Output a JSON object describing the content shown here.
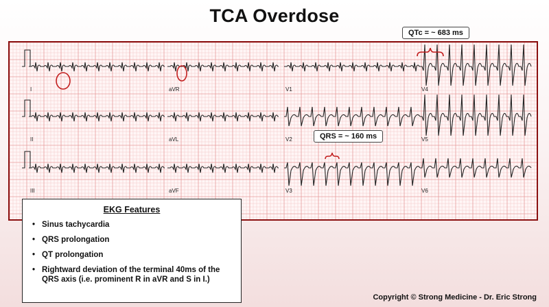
{
  "slide": {
    "title": "TCA Overdose",
    "copyright": "Copyright © Strong Medicine - Dr. Eric Strong"
  },
  "ekg": {
    "leads": [
      "I",
      "aVR",
      "V1",
      "V4",
      "II",
      "aVL",
      "V2",
      "V5",
      "III",
      "aVF",
      "V3",
      "V6"
    ],
    "callouts": {
      "qtc": "QTc = ~ 683 ms",
      "qrs": "QRS = ~ 160 ms"
    },
    "colors": {
      "grid_minor": "#f4c9c9",
      "grid_major": "#e79c9c",
      "trace": "#222222",
      "frame": "#8a0f0f",
      "highlight": "#c21f1f"
    }
  },
  "features": {
    "title": "EKG Features",
    "items": [
      "Sinus tachycardia",
      "QRS prolongation",
      "QT prolongation",
      "Rightward deviation of the terminal 40ms of the QRS axis (i.e. prominent R in aVR and S in I.)"
    ]
  }
}
